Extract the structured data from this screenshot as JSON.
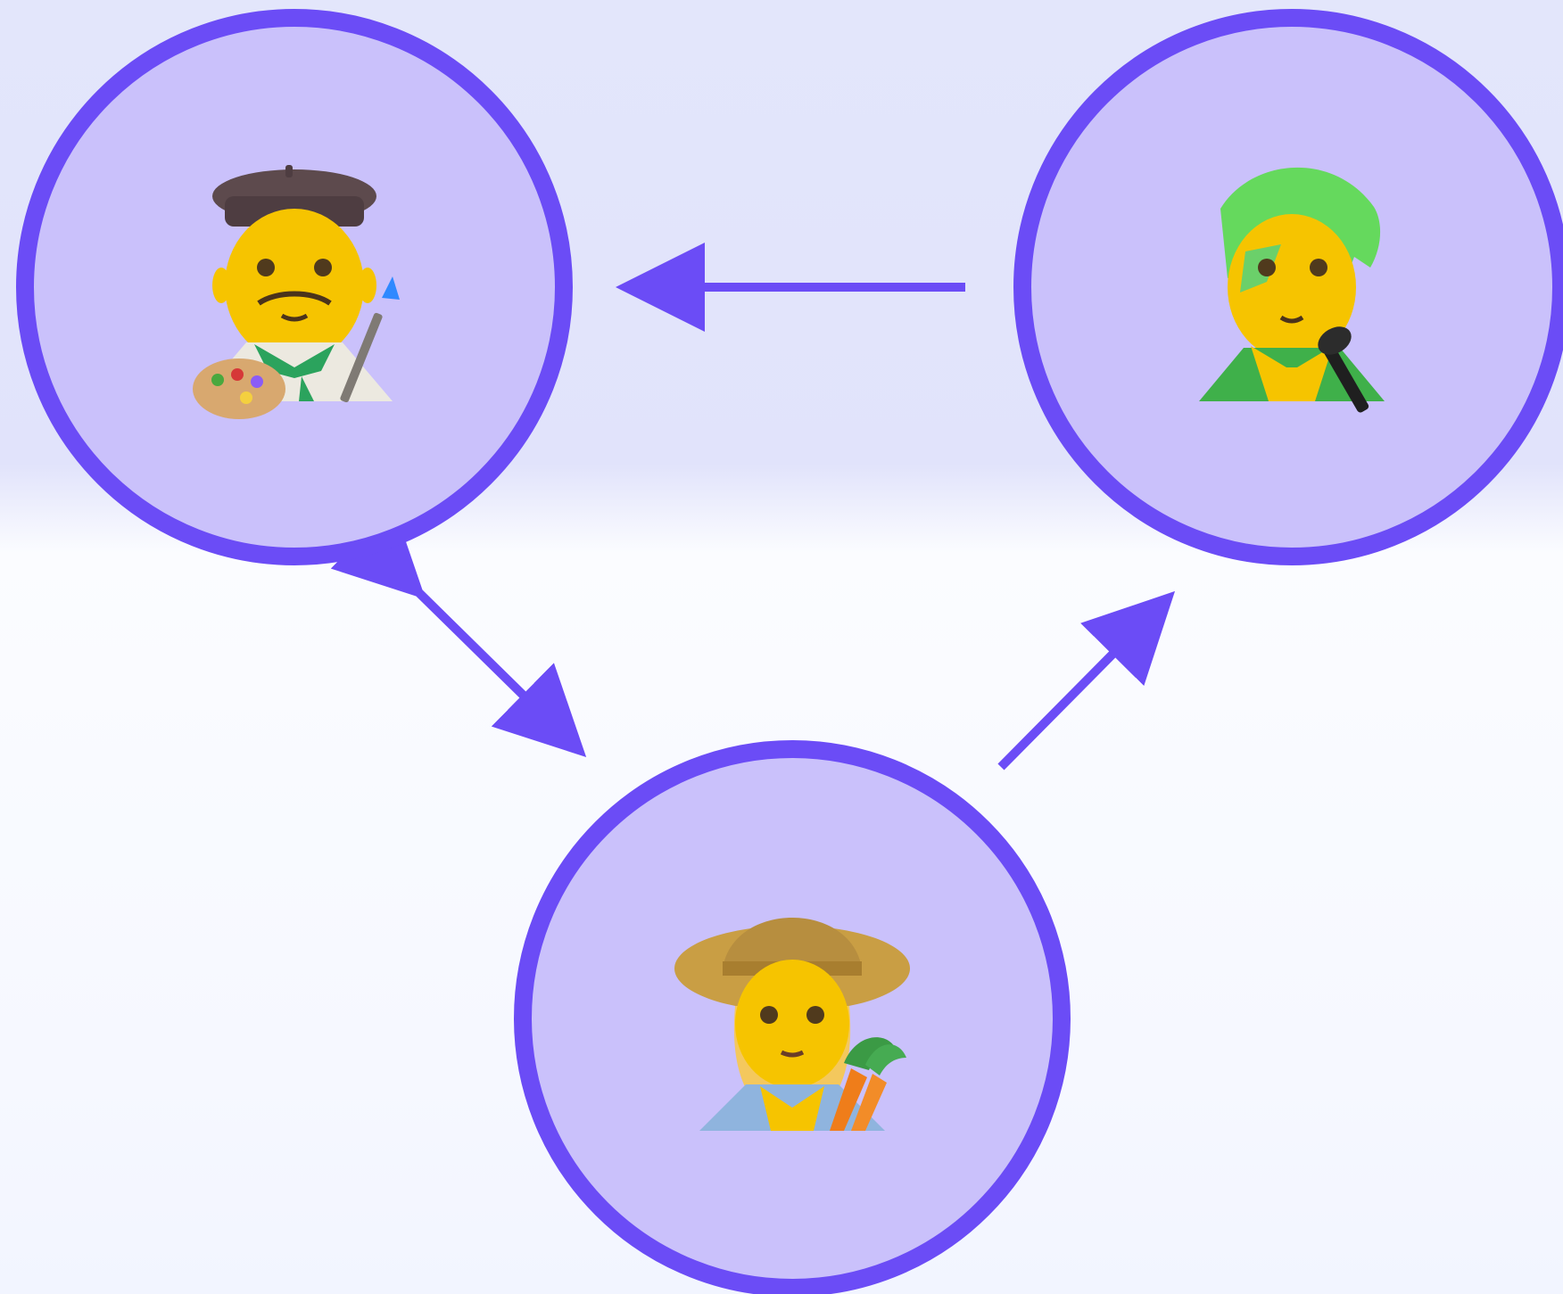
{
  "diagram": {
    "colors": {
      "node_fill": "#cac1fb",
      "node_stroke": "#6b4cf6",
      "edge": "#6b4cf6"
    },
    "nodes": [
      {
        "id": "artist",
        "icon": "man-artist-emoji"
      },
      {
        "id": "singer",
        "icon": "singer-emoji"
      },
      {
        "id": "farmer",
        "icon": "woman-farmer-emoji"
      }
    ],
    "edges": [
      {
        "id": "singer-to-artist",
        "from": "singer",
        "to": "artist",
        "direction": "one-way"
      },
      {
        "id": "artist-farmer",
        "from": "artist",
        "to": "farmer",
        "direction": "two-way"
      },
      {
        "id": "farmer-to-singer",
        "from": "farmer",
        "to": "singer",
        "direction": "one-way"
      }
    ]
  }
}
